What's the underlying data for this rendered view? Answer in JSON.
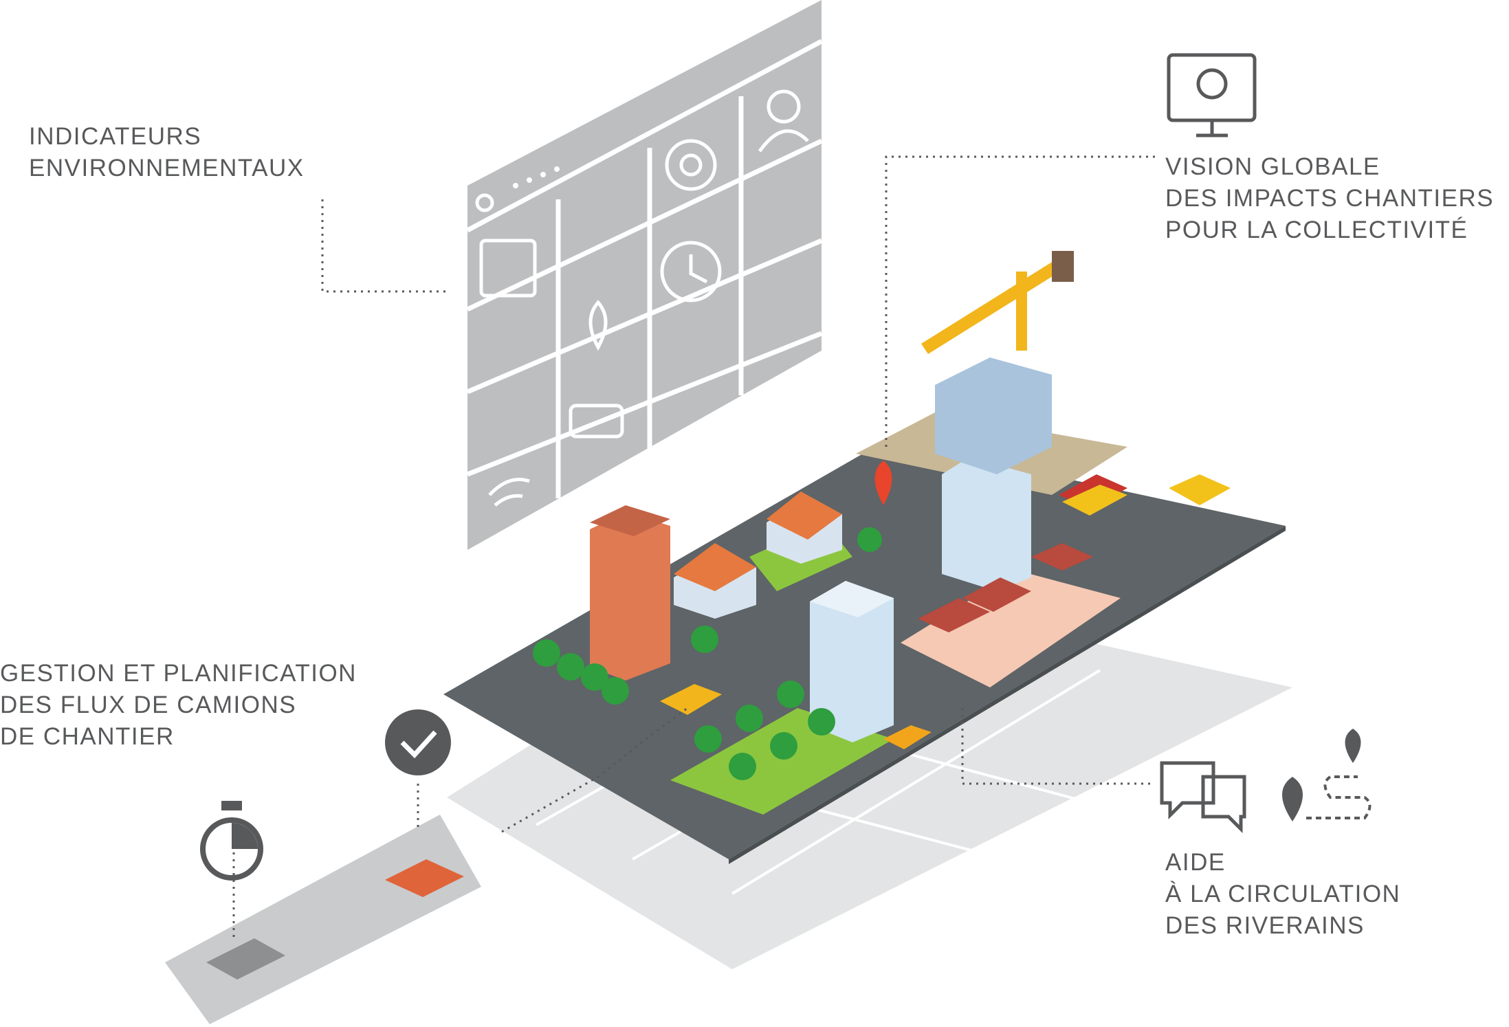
{
  "labels": {
    "environment": [
      "INDICATEURS",
      "ENVIRONNEMENTAUX"
    ],
    "vision": [
      "VISION GLOBALE",
      "DES IMPACTS CHANTIERS",
      "POUR LA COLLECTIVITÉ"
    ],
    "gestion": [
      "GESTION ET PLANIFICATION",
      "DES FLUX DE CAMIONS",
      "DE CHANTIER"
    ],
    "aide": [
      "AIDE",
      "À LA CIRCULATION",
      "DES RIVERAINS"
    ]
  },
  "colors": {
    "text": "#58595b",
    "panel": "#bcbec0",
    "road": "#5e6467",
    "ground_shadow": "#e3e4e5",
    "grass": "#8cc63f",
    "tree": "#2e9e3e",
    "building_light": "#cfe3f2",
    "brick": "#e07a53",
    "roof": "#e5793f",
    "crane": "#f2b51b",
    "pin": "#e8452c",
    "icon_dark": "#58595b"
  },
  "icons": {
    "dashboard_tiles": [
      "search-dots-icon",
      "gear-icon",
      "user-icon",
      "calendar-icon",
      "clock-icon",
      "location-pin-icon",
      "chat-icon",
      "wifi-icon"
    ],
    "callouts": [
      "monitor-gear-icon",
      "checkmark-icon",
      "stopwatch-icon",
      "chat-bubbles-icon",
      "route-pins-icon"
    ]
  }
}
